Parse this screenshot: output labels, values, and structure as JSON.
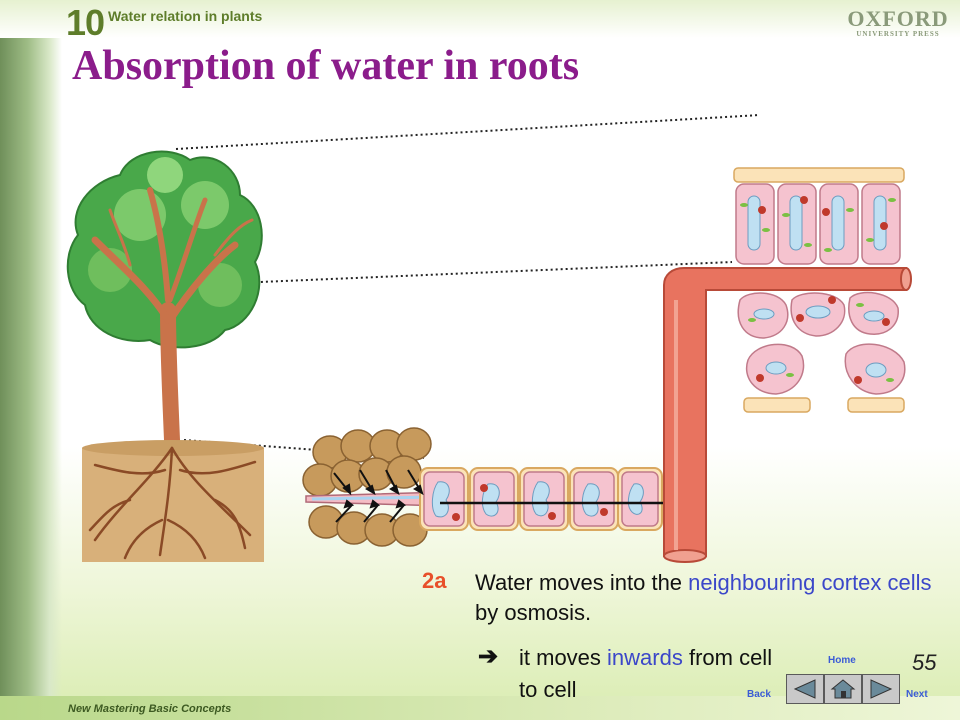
{
  "header": {
    "chapter_number": "10",
    "chapter_title": "Water relation in plants",
    "publisher": "OXFORD",
    "publisher_sub": "UNIVERSITY PRESS"
  },
  "page_title": "Absorption of water in roots",
  "step": {
    "label": "2a",
    "text_before": "Water moves into the ",
    "highlight1": "neighbouring cortex cells",
    "text_after": " by osmosis.",
    "sub_before": "it moves ",
    "sub_highlight": "inwards",
    "sub_after": " from cell to cell"
  },
  "footer": {
    "brand": "New Mastering Basic Concepts",
    "page_number": "55"
  },
  "nav": {
    "home_label": "Home",
    "back_label": "Back",
    "next_label": "Next"
  },
  "colors": {
    "title": "#8b1c8b",
    "highlight": "#3b47c9",
    "step_label": "#e8502a",
    "vessel": "#e8735f"
  },
  "icons": [
    "arrow-right-icon",
    "back-icon",
    "home-icon",
    "next-icon"
  ]
}
